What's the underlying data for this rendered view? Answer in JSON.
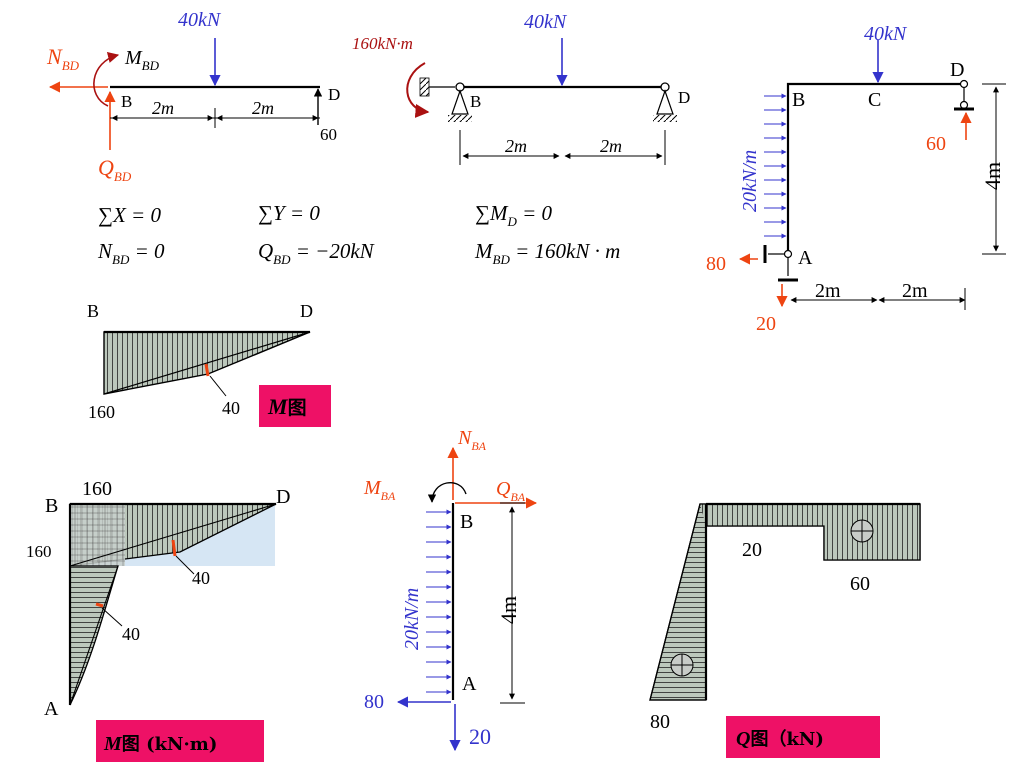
{
  "colors": {
    "load_blue": "#3333cc",
    "reaction_orange": "#ee4411",
    "moment_darkred": "#aa1111",
    "label_box_pink": "#ee1166",
    "diagram_fill": "#bcc8bc",
    "light_blue_fill": "#d6e6f4"
  },
  "fbd_bd": {
    "load": "40kN",
    "n_label": "N",
    "n_sub": "BD",
    "m_label": "M",
    "m_sub": "BD",
    "q_label": "Q",
    "q_sub": "BD",
    "node_b": "B",
    "node_d": "D",
    "dim1": "2m",
    "dim2": "2m",
    "end_force": "60"
  },
  "equations": {
    "eq1_lhs": "∑X = 0",
    "eq2_lhs": "∑Y = 0",
    "eq3_lhs": "∑M",
    "eq3_sub": "D",
    "eq3_rhs": " = 0",
    "res1_var": "N",
    "res1_sub": "BD",
    "res1_val": " = 0",
    "res2_var": "Q",
    "res2_sub": "BD",
    "res2_val": " = −20kN",
    "res3_var": "M",
    "res3_sub": "BD",
    "res3_val": " = 160kN · m"
  },
  "beam_bd": {
    "moment": "160kN·m",
    "load": "40kN",
    "node_b": "B",
    "node_d": "D",
    "dim1": "2m",
    "dim2": "2m"
  },
  "frame": {
    "load": "40kN",
    "dist_load": "20kN/m",
    "node_b": "B",
    "node_c": "C",
    "node_d": "D",
    "node_a": "A",
    "reaction_d": "60",
    "reaction_ah": "80",
    "reaction_av": "20",
    "dim_h1": "2m",
    "dim_h2": "2m",
    "dim_v": "4m"
  },
  "m_bd_diagram": {
    "node_b": "B",
    "node_d": "D",
    "val_160": "160",
    "val_40": "40",
    "box_letter": "M",
    "box_text": "图"
  },
  "m_frame_diagram": {
    "node_b": "B",
    "node_d": "D",
    "node_a": "A",
    "val_top": "160",
    "val_left": "160",
    "val_40a": "40",
    "val_40b": "40",
    "box_letter": "M",
    "box_text": "图 (kN·m)"
  },
  "fbd_ba": {
    "n_label": "N",
    "n_sub": "BA",
    "m_label": "M",
    "m_sub": "BA",
    "q_label": "Q",
    "q_sub": "BA",
    "node_b": "B",
    "node_a": "A",
    "dist_load": "20kN/m",
    "dim_v": "4m",
    "reaction_h": "80",
    "reaction_v": "20"
  },
  "q_diagram": {
    "val_20": "20",
    "val_60": "60",
    "val_80": "80",
    "box_letter": "Q",
    "box_text": "图（kN)"
  }
}
